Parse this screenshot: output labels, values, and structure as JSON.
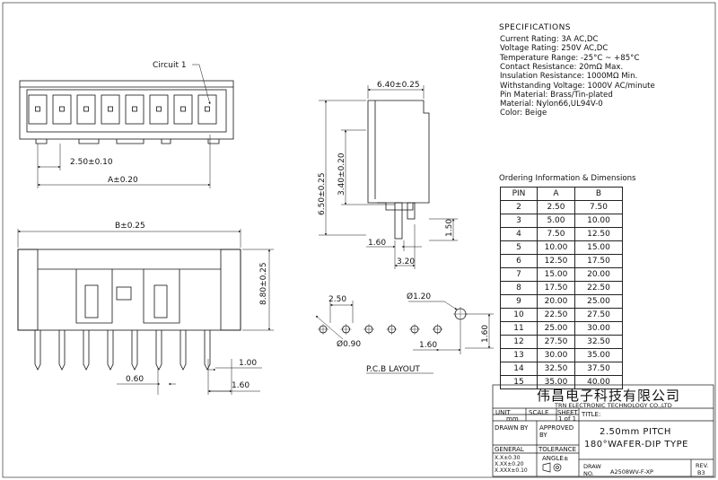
{
  "specifications": {
    "heading": "SPECIFICATIONS",
    "lines": [
      "Current Rating: 3A AC,DC",
      "Voltage Rating: 250V AC,DC",
      "Temperature Range: -25°C ~ +85°C",
      "Contact Resistance: 20mΩ Max.",
      "Insulation Resistance: 1000MΩ Min.",
      "Withstanding Voltage: 1000V AC/minute",
      "Pin Material: Brass/Tin-plated",
      "Material: Nylon66,UL94V-0",
      "Color: Beige"
    ]
  },
  "ordering": {
    "heading": "Ordering Information & Dimensions",
    "columns": [
      "PIN",
      "A",
      "B"
    ],
    "rows": [
      [
        "2",
        "2.50",
        "7.50"
      ],
      [
        "3",
        "5.00",
        "10.00"
      ],
      [
        "4",
        "7.50",
        "12.50"
      ],
      [
        "5",
        "10.00",
        "15.00"
      ],
      [
        "6",
        "12.50",
        "17.50"
      ],
      [
        "7",
        "15.00",
        "20.00"
      ],
      [
        "8",
        "17.50",
        "22.50"
      ],
      [
        "9",
        "20.00",
        "25.00"
      ],
      [
        "10",
        "22.50",
        "27.50"
      ],
      [
        "11",
        "25.00",
        "30.00"
      ],
      [
        "12",
        "27.50",
        "32.50"
      ],
      [
        "13",
        "30.00",
        "35.00"
      ],
      [
        "14",
        "32.50",
        "37.50"
      ],
      [
        "15",
        "35.00",
        "40.00"
      ]
    ]
  },
  "dimensions": {
    "circuit1": "Circuit 1",
    "pitch": "2.50±0.10",
    "a": "A±0.20",
    "b": "B±0.25",
    "width640": "6.40±0.25",
    "height650": "6.50±0.25",
    "height340": "3.40±0.20",
    "side160": "1.60",
    "side320": "3.20",
    "side150": "1.50",
    "height880": "8.80±0.25",
    "front060": "0.60",
    "front100": "1.00",
    "front160": "1.60",
    "pcb250": "2.50",
    "pcb120": "Ø1.20",
    "pcb090": "Ø0.90",
    "pcb160h": "1.60",
    "pcb160v": "1.60",
    "pcb_label": "P.C.B LAYOUT"
  },
  "titleblock": {
    "company_cn": "伟昌电子科技有限公司",
    "company_en": "TRN ELECTRONIC TECHNOLOGY CO.,LTD",
    "unit": "UNIT",
    "scale": "SCALE",
    "sheet": "SHEET",
    "title_label": "TITLE:",
    "unit_value": "mm",
    "sheet_value": "1 of 1",
    "drawn_by": "DRAWN BY",
    "approved_by": "APPROVED BY",
    "title_line1": "2.50mm PITCH",
    "title_line2": "180°WAFER-DIP TYPE",
    "general": "GENERAL",
    "tolerance": "TOLERANCE",
    "tol1": "X.X±0.30",
    "tol2": "X.XX±0.20",
    "tol3": "X.XXX±0.10",
    "angle": "ANGLE±",
    "draw_no_label": "DRAW NO.",
    "draw_no": "A2508WV-F-XP",
    "rev_label": "REV.",
    "rev": "B3"
  }
}
